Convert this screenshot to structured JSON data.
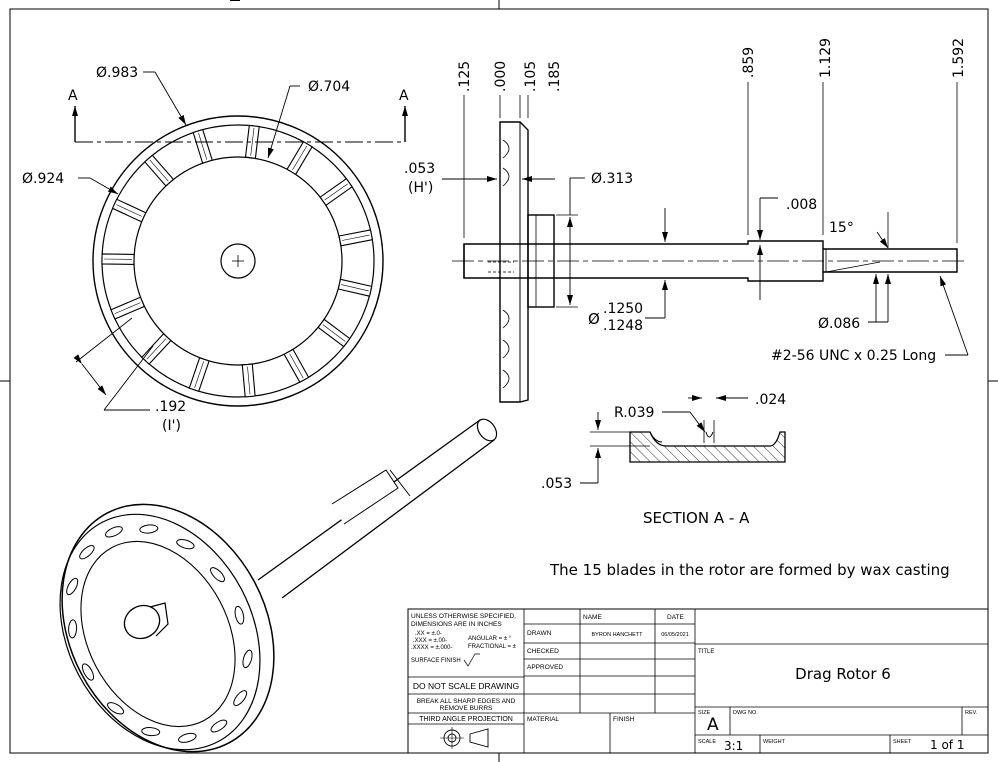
{
  "drawing": {
    "title": "Drag Rotor 6",
    "note": "The 15 blades in the rotor are formed by wax casting",
    "section_label": "SECTION A - A",
    "cut_marker": "A"
  },
  "front_view": {
    "dia_outer": "Ø.983",
    "dia_inner_ring": "Ø.924",
    "dia_hub": "Ø.704",
    "blade_width": ".192",
    "blade_width_ref": "(I')",
    "blade_count": 15
  },
  "side_view": {
    "stations": [
      ".125",
      ".000",
      ".105",
      ".185",
      ".859",
      "1.129",
      "1.592"
    ],
    "blade_height": ".053",
    "blade_height_ref": "(H')",
    "dia_boss": "Ø.313",
    "step": ".008",
    "chamfer_angle": "15°",
    "shaft_dia_symbol": "Ø",
    "shaft_dia_upper": ".1250",
    "shaft_dia_lower": ".1248",
    "thread_minor_dia": "Ø.086",
    "thread_callout": "#2-56 UNC x 0.25 Long"
  },
  "section": {
    "radius": "R.039",
    "width": ".024",
    "depth": ".053"
  },
  "title_block": {
    "general_notes": [
      "UNLESS OTHERWISE SPECIFIED,",
      "DIMENSIONS ARE IN INCHES",
      ".XX = ±.0-",
      ".XXX = ±.00-",
      ".XXXX = ±.000-",
      "ANGULAR = ± °",
      "FRACTIONAL = ±",
      "SURFACE FINISH"
    ],
    "do_not_scale": "DO NOT SCALE DRAWING",
    "break_edges_1": "BREAK ALL SHARP EDGES AND",
    "break_edges_2": "REMOVE BURRS",
    "projection": "THIRD ANGLE PROJECTION",
    "col_name": "NAME",
    "col_date": "DATE",
    "row_drawn": "DRAWN",
    "row_checked": "CHECKED",
    "row_approved": "APPROVED",
    "drawn_name": "BYRON HANCHETT",
    "drawn_date": "06/05/2021",
    "material_label": "MATERIAL",
    "finish_label": "FINISH",
    "title_label": "TITLE",
    "size_label": "SIZE",
    "size": "A",
    "dwg_no_label": "DWG NO.",
    "rev_label": "REV.",
    "scale_label": "SCALE",
    "scale": "3:1",
    "weight_label": "WEIGHT",
    "sheet_label": "SHEET",
    "sheet": "1 of 1"
  }
}
